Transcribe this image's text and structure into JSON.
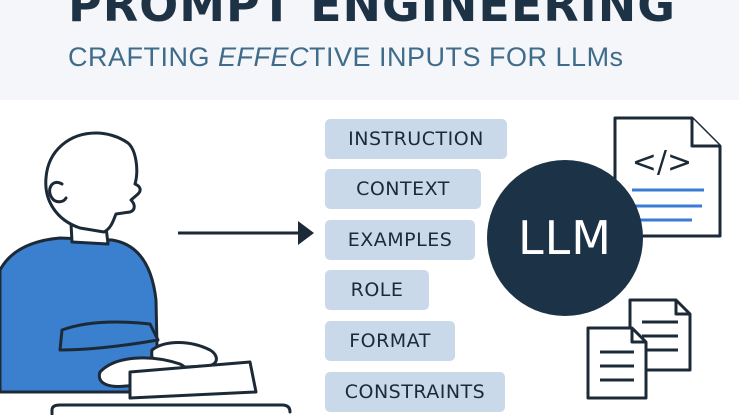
{
  "header": {
    "title": "PROMPT ENGINEERING",
    "subtitle_pre": "CRAFTING ",
    "subtitle_em": "EFFEC",
    "subtitle_post": "TIVE INPUTS FOR LLMs"
  },
  "components": [
    {
      "label": "INSTRUCTION"
    },
    {
      "label": "CONTEXT"
    },
    {
      "label": "EXAMPLES"
    },
    {
      "label": "ROLE"
    },
    {
      "label": "FORMAT"
    },
    {
      "label": "CONSTRAINTS"
    }
  ],
  "llm": {
    "label": "LLM"
  },
  "code_doc": {
    "symbol": "</>"
  },
  "colors": {
    "navy": "#1c3246",
    "accent_blue": "#3a7bd5",
    "shirt_blue": "#3b7fcf",
    "pill_bg": "#c9d9e9",
    "header_bg": "#f4f6f9",
    "subtitle": "#3f6c8b"
  },
  "icons": [
    "person-typing-illustration",
    "arrow-right-icon",
    "code-document-icon",
    "stacked-documents-icon"
  ]
}
